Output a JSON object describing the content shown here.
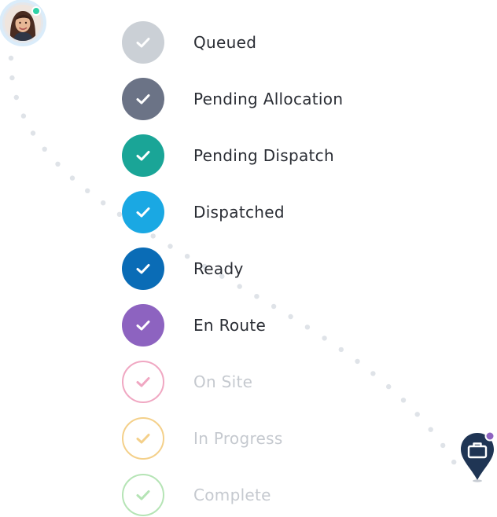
{
  "user": {
    "avatar_alt": "User avatar",
    "presence_color": "#2fd2a7"
  },
  "statuses": [
    {
      "label": "Queued",
      "state": "done",
      "color": "#cbd0d6",
      "text_color": "#2a2d34"
    },
    {
      "label": "Pending Allocation",
      "state": "done",
      "color": "#6b7386",
      "text_color": "#2a2d34"
    },
    {
      "label": "Pending Dispatch",
      "state": "done",
      "color": "#1aa597",
      "text_color": "#2a2d34"
    },
    {
      "label": "Dispatched",
      "state": "done",
      "color": "#1aa8e3",
      "text_color": "#2a2d34"
    },
    {
      "label": "Ready",
      "state": "done",
      "color": "#0a6cb6",
      "text_color": "#2a2d34"
    },
    {
      "label": "En Route",
      "state": "done",
      "color": "#8d63c0",
      "text_color": "#2a2d34"
    },
    {
      "label": "On Site",
      "state": "upcoming",
      "color": "#f0a7c2",
      "text_color": "#c5c9cf"
    },
    {
      "label": "In Progress",
      "state": "upcoming",
      "color": "#f4d08a",
      "text_color": "#c5c9cf"
    },
    {
      "label": "Complete",
      "state": "upcoming",
      "color": "#b5e4b5",
      "text_color": "#c5c9cf"
    }
  ],
  "destination": {
    "icon": "briefcase-icon",
    "pin_color": "#1f3554",
    "badge_color": "#8d63c0"
  },
  "path": {
    "dot_color": "#dfe3e8"
  }
}
